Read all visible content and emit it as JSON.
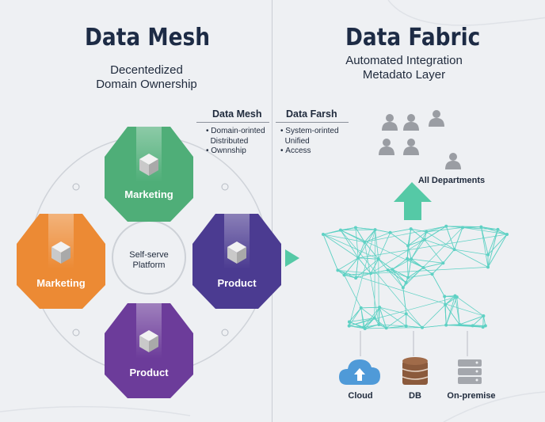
{
  "mesh": {
    "title": "Data Mesh",
    "subtitle_line1": "Decentedized",
    "subtitle_line2": "Domain Ownership",
    "domains": [
      "Marketing",
      "Marketing",
      "Product",
      "Product"
    ],
    "center_line1": "Self-serve",
    "center_line2": "Platform"
  },
  "fabric": {
    "title": "Data Fabric",
    "subtitle_line1": "Automated Integration",
    "subtitle_line2": "Metadato Layer",
    "users_label": "All Departments",
    "sources": [
      "Cloud",
      "DB",
      "On-premise"
    ]
  },
  "comparison": {
    "mesh_header": "Data Mesh",
    "fabric_header": "Data Farsh",
    "mesh_points": [
      "Domain-orinted",
      "Distributed",
      "Ownnship"
    ],
    "fabric_points": [
      "System-orinted",
      "Unified",
      "Access"
    ]
  },
  "colors": {
    "green": "#4fae78",
    "orange": "#ec8a34",
    "purple": "#4b3b91",
    "violet": "#6c3c9a",
    "teal": "#5fd1c4",
    "arrow": "#55c9a6"
  },
  "icons": [
    "cube-icon",
    "person-icon",
    "cloud-icon",
    "database-icon",
    "server-icon",
    "arrow-up-icon",
    "triangle-right-icon"
  ]
}
